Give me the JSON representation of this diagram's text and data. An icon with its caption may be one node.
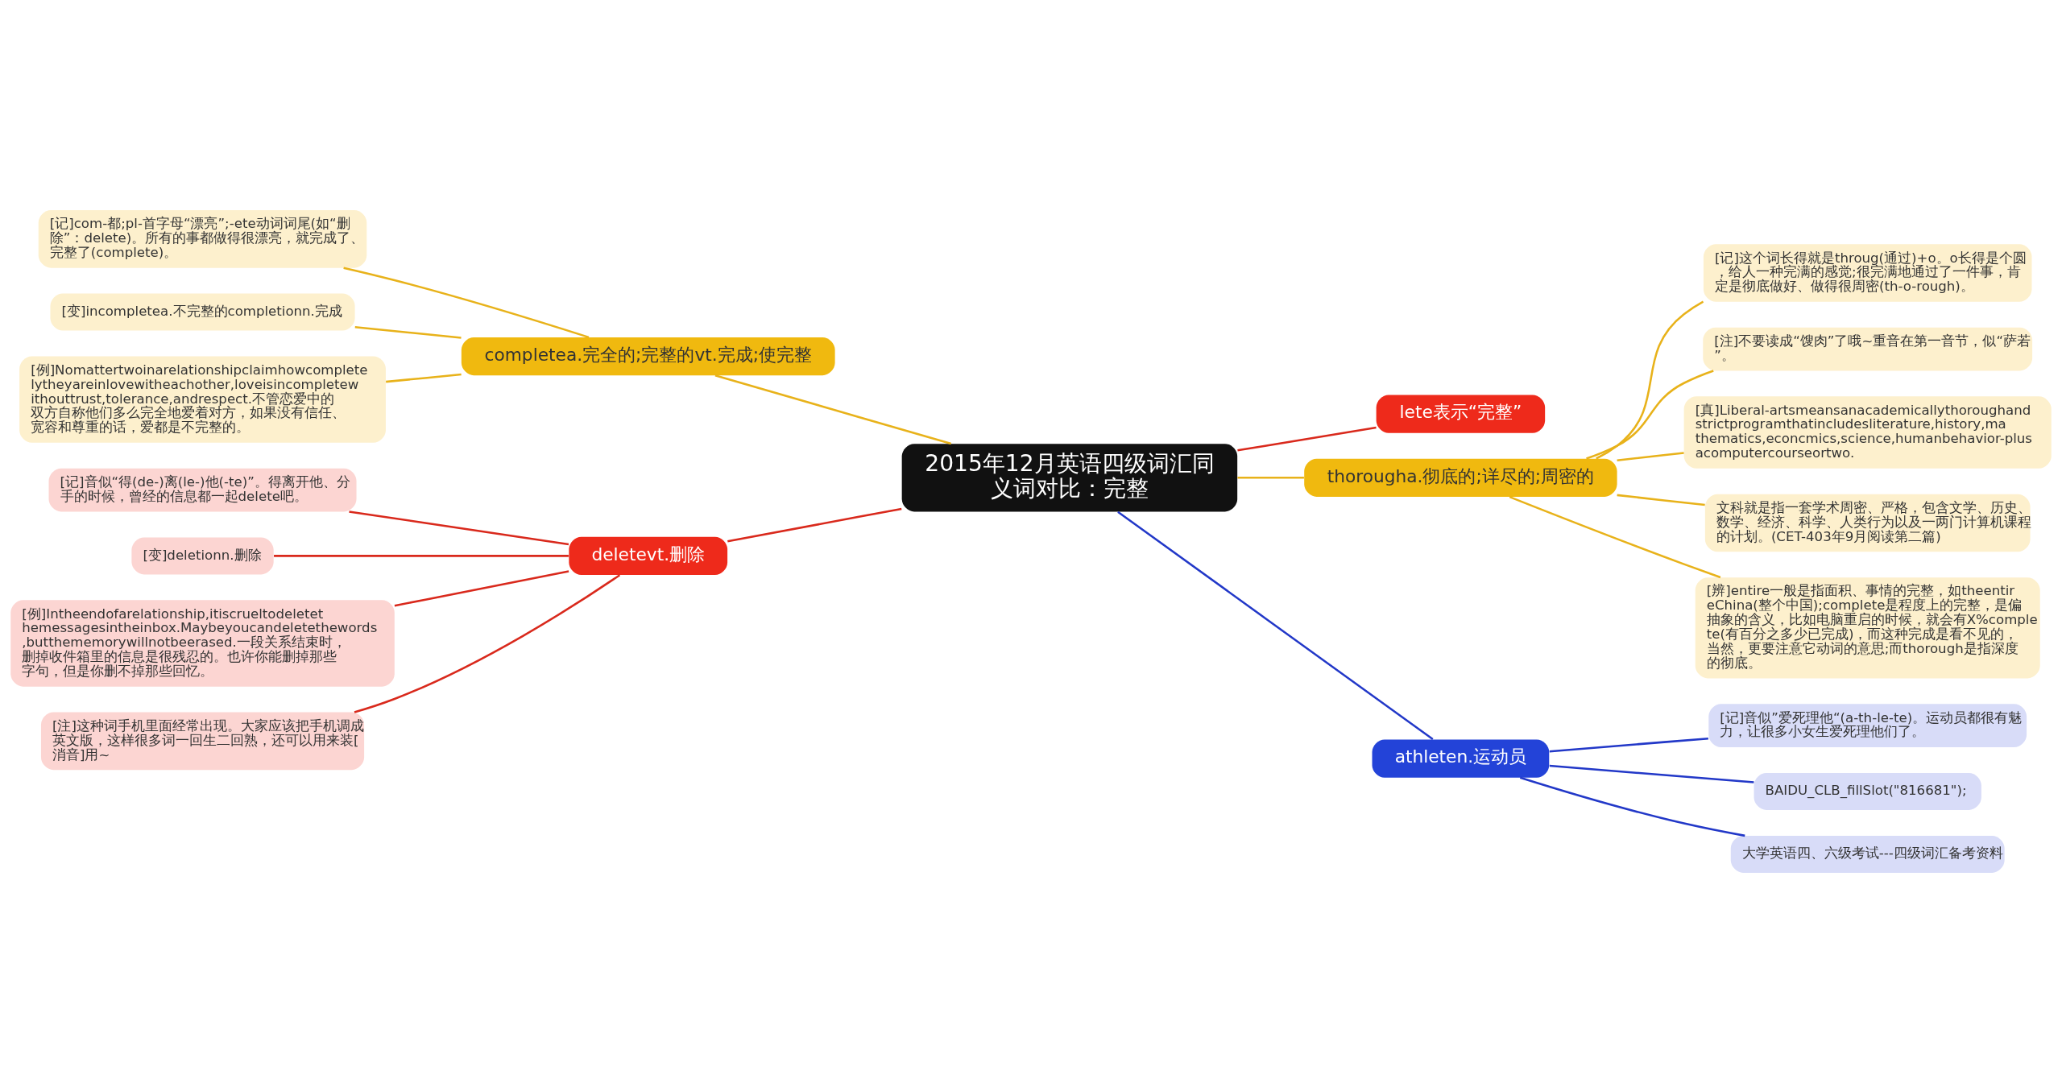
{
  "diagram": {
    "nodes": [
      {
        "text": [
          "2015年12月英语四级词汇同义词对比：完整"
        ]
      },
      {
        "text": [
          "lete表示“完整”"
        ]
      },
      {
        "text": [
          "completea.完全的;完整的vt.完成;使完整"
        ]
      },
      {
        "text": [
          "[记]com-都;pl-首字母“漂亮”;-ete动词词尾(如“删除”：delete)。所有的事都做得很漂亮，就完成了、完整了(complete)。"
        ]
      },
      {
        "text": [
          "[变]incompletea.不完整的completionn.完成"
        ]
      },
      {
        "text": [
          "[例]Nomattertwoinarelationshipclaimhowcompletelytheyareinlovewitheachother,loveisincompletewithouttrust,tolerance,andrespect.不管恋爱中的双方自称他们多么完全地爱着对方，如果没有信任、宽容和尊重的话，爱都是不完整的。"
        ]
      },
      {
        "text": [
          "thorougha.彻底的;详尽的;周密的"
        ]
      },
      {
        "text": [
          "[记]这个词长得就是throug(通过)+o。o长得是个圆，给人一种完满的感觉;很完满地通过了一件事，肯定是彻底做好、做得很周密(th-o-rough)。"
        ]
      },
      {
        "text": [
          "[注]不要读成“馊肉”了哦~重音在第一音节，似“萨若”。"
        ]
      },
      {
        "text": [
          "[真]Liberal-artsmeansanacademicallythoroughandstrictprogramthatincludesliterature,history,mathematics,econcmics,science,humanbehavior-plusacomputercourseortwo."
        ]
      },
      {
        "text": [
          "文科就是指一套学术周密、严格，包含文学、历史、数学、经济、科学、人类行为以及一两门计算机课程的计划。(CET-403年9月阅读第二篇)"
        ]
      },
      {
        "text": [
          "[辨]entire一般是指面积、事情的完整，如theentireChina(整个中国);complete是程度上的完整，是偏抽象的含义，比如电脑重启的时候，就会有X%complete(有百分之多少已完成)，而这种完成是看不见的，当然，更要注意它动词的意思;而thorough是指深度的彻底。"
        ]
      },
      {
        "text": [
          "deletevt.删除"
        ]
      },
      {
        "text": [
          "[记]音似“得(de-)离(le-)他(-te)”。得离开他、分手的时候，曾经的信息都一起delete吧。"
        ]
      },
      {
        "text": [
          "[变]deletionn.删除"
        ]
      },
      {
        "text": [
          "[例]Intheendofarelationship,itiscrueltodeletethemessagesintheinbox.Maybeyoucandeletethewords,butthememorywillnotbeerased.一段关系结束时，删掉收件箱里的信息是很残忍的。也许你能删掉那些字句，但是你删不掉那些回忆。"
        ]
      },
      {
        "text": [
          "[注]这种词手机里面经常出现。大家应该把手机调成英文版，这样很多词一回生二回熟，还可以用来装[消音]用~"
        ]
      },
      {
        "text": [
          "athleten.运动员"
        ]
      },
      {
        "text": [
          "[记]音似”爱死理他“(a-th-le-te)。运动员都很有魅力，让很多小女生爱死理他们了。"
        ]
      },
      {
        "text": [
          "BAIDU_CLB_fillSlot(\"816681\");"
        ]
      },
      {
        "text": [
          "大学英语四、六级考试---四级词汇备考资料"
        ]
      }
    ],
    "edges": [
      {
        "from": 0,
        "to": 1,
        "arrow": "none",
        "color": "#d9291c"
      },
      {
        "from": 0,
        "to": 2,
        "arrow": "none"
      },
      {
        "from": 2,
        "to": 3,
        "arrow": "none"
      },
      {
        "from": 2,
        "to": 4,
        "arrow": "none"
      },
      {
        "from": 2,
        "to": 5,
        "arrow": "none"
      },
      {
        "from": 0,
        "to": 6,
        "arrow": "none"
      },
      {
        "from": 6,
        "to": 7,
        "arrow": "none"
      },
      {
        "from": 6,
        "to": 8,
        "arrow": "none"
      },
      {
        "from": 6,
        "to": 9,
        "arrow": "none"
      },
      {
        "from": 6,
        "to": 10,
        "arrow": "none"
      },
      {
        "from": 6,
        "to": 11,
        "arrow": "none"
      },
      {
        "from": 0,
        "to": 12,
        "arrow": "none",
        "color": "#d9291c"
      },
      {
        "from": 12,
        "to": 13,
        "arrow": "none",
        "color": "#d9291c"
      },
      {
        "from": 12,
        "to": 14,
        "arrow": "none",
        "color": "#d9291c"
      },
      {
        "from": 12,
        "to": 15,
        "arrow": "none",
        "color": "#d9291c"
      },
      {
        "from": 12,
        "to": 16,
        "arrow": "none",
        "color": "#d9291c"
      },
      {
        "from": 0,
        "to": 17,
        "arrow": "none",
        "color": "#2238c8"
      },
      {
        "from": 17,
        "to": 18,
        "arrow": "none",
        "color": "#2238c8"
      },
      {
        "from": 17,
        "to": 19,
        "arrow": "none",
        "color": "#2238c8"
      },
      {
        "from": 17,
        "to": 20,
        "arrow": "none",
        "color": "#2238c8"
      }
    ]
  }
}
